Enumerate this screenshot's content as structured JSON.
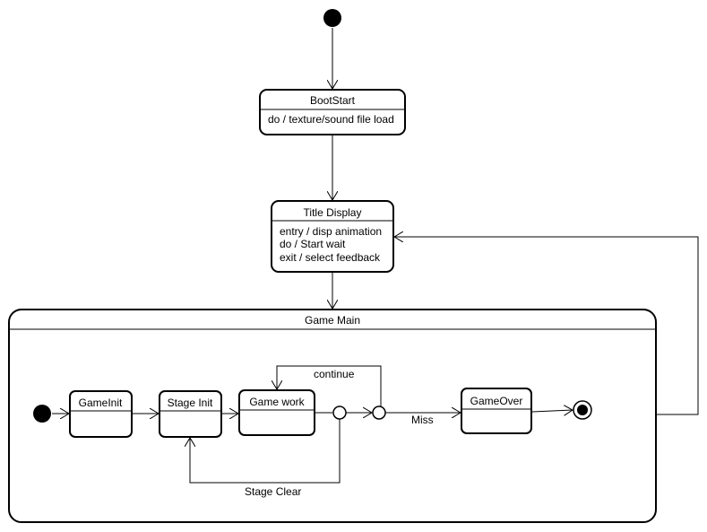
{
  "diagram": {
    "states": {
      "boot_start": {
        "title": "BootStart",
        "activities": [
          "do / texture/sound file load"
        ]
      },
      "title_display": {
        "title": "Title Display",
        "activities": [
          "entry / disp animation",
          "do / Start wait",
          "exit / select feedback"
        ]
      },
      "game_main": {
        "title": "Game Main"
      },
      "game_init": {
        "title": "GameInit"
      },
      "stage_init": {
        "title": "Stage Init"
      },
      "game_work": {
        "title": "Game work"
      },
      "game_over": {
        "title": "GameOver"
      }
    },
    "transitions": {
      "continue_label": "continue",
      "miss_label": "Miss",
      "stage_clear_label": "Stage Clear"
    }
  }
}
